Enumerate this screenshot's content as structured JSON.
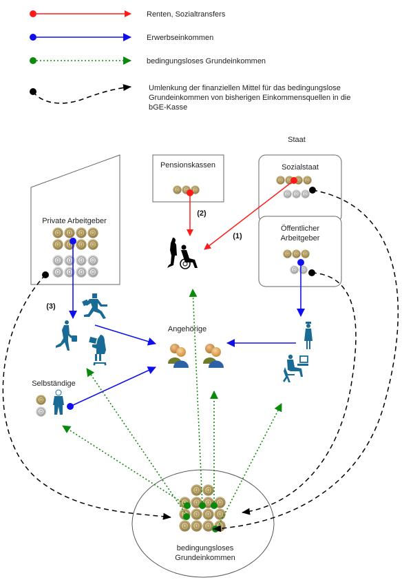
{
  "colors": {
    "pension_red": "#ff1a1a",
    "income_blue": "#1010ee",
    "ubi_green": "#0a8a0a",
    "redirect_black": "#000000",
    "box_stroke": "#666666",
    "person_blue": "#1a6a96",
    "coin_gold": "#b8a26a",
    "coin_silver": "#c9c9c9"
  },
  "legend": [
    {
      "key": "red",
      "line_style": "solid",
      "label": "Renten, Sozialtransfers"
    },
    {
      "key": "blue",
      "line_style": "solid",
      "label": "Erwerbseinkommen"
    },
    {
      "key": "green",
      "line_style": "dotted",
      "label": "bedingungsloses Grundeinkommen"
    },
    {
      "key": "black",
      "line_style": "dashed-curve",
      "label_lines": [
        "Umlenkung der finanziellen Mittel für das bedingungslose",
        "Grundeinkommen von bisherigen Einkommensquellen in die",
        "bGE-Kasse"
      ]
    }
  ],
  "nodes": {
    "staat": {
      "label": "Staat"
    },
    "pensionskassen": {
      "label": "Pensionskassen",
      "gold_coins": 3,
      "silver_coins": 0
    },
    "sozialstaat": {
      "label": "Sozialstaat",
      "gold_coins": 4,
      "silver_coins": 3
    },
    "oeffentlicher_arbeitgeber": {
      "label_lines": [
        "Öffentlicher",
        "Arbeitgeber"
      ],
      "gold_coins": 3,
      "silver_coins": 2
    },
    "private_arbeitgeber": {
      "label": "Private Arbeitgeber",
      "gold_coins": 8,
      "silver_coins": 8
    },
    "angehoerige": {
      "label": "Angehörige"
    },
    "selbstaendige": {
      "label": "Selbständige",
      "gold_coins": 1,
      "silver_coins": 1
    },
    "bge_kasse": {
      "label_lines": [
        "bedingungsloses",
        "Grundeinkommen"
      ],
      "gold_coins": 14
    }
  },
  "annotations": {
    "n1": "(1)",
    "n2": "(2)",
    "n3": "(3)"
  },
  "icons": {
    "pensioner": "wheelchair-caregiver-icon",
    "employees": [
      "walking-businessman-icon",
      "running-worker-icon",
      "office-worker-icon"
    ],
    "public_employees": [
      "nurse-icon",
      "computer-worker-icon"
    ],
    "family": [
      "family-couple-icon",
      "family-couple-icon"
    ],
    "self_employed": "businessman-icon"
  }
}
